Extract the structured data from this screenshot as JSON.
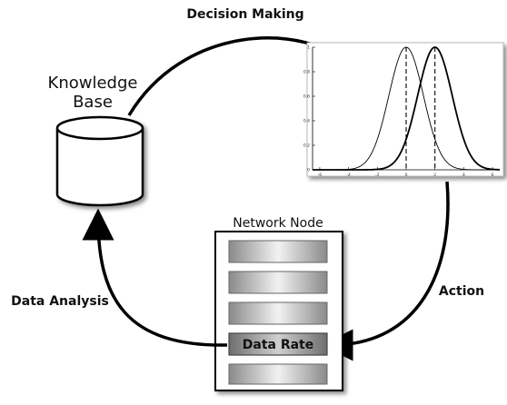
{
  "labels": {
    "decision_making": "Decision Making",
    "knowledge_base_line1": "Knowledge",
    "knowledge_base_line2": "Base",
    "network_node": "Network Node",
    "action": "Action",
    "data_analysis": "Data Analysis",
    "data_rate": "Data Rate"
  },
  "plot": {
    "x_ticks": [
      "-6",
      "-4",
      "-2",
      "0",
      "2",
      "4",
      "6"
    ],
    "y_ticks": [
      "0",
      "0.2",
      "0.4",
      "0.6",
      "0.8",
      "1"
    ],
    "xlim": [
      -6.5,
      6.5
    ],
    "ylim": [
      0,
      1
    ],
    "curves": [
      {
        "mean": 0,
        "std": 1.2,
        "style": "thin"
      },
      {
        "mean": 2,
        "std": 1.2,
        "style": "thick"
      }
    ]
  }
}
